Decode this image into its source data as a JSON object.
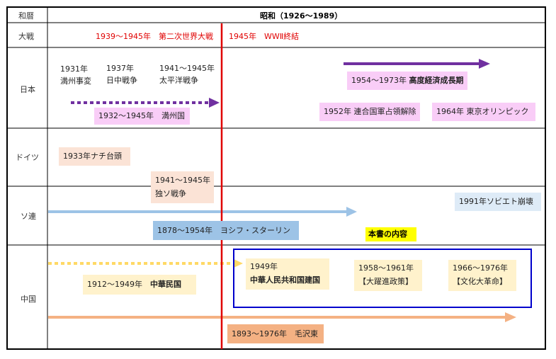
{
  "header": {
    "era_label": "和暦",
    "era_title": "昭和（1926～1989）"
  },
  "rows": {
    "war": "大戦",
    "japan": "日本",
    "germany": "ドイツ",
    "soviet": "ソ連",
    "china": "中国"
  },
  "war_row": {
    "ww2_period": "1939～1945年　第二次世界大戦",
    "ww2_end": "1945年　WWⅡ終結"
  },
  "japan_row": {
    "manchuria_incident": {
      "year": "1931年",
      "name": "満州事変"
    },
    "sino_japanese_war": {
      "year": "1937年",
      "name": "日中戦争"
    },
    "pacific_war": {
      "year": "1941～1945年",
      "name": "太平洋戦争"
    },
    "manchukuo": "1932～1945年　満州国",
    "high_growth": {
      "years": "1954～1973年",
      "name": "高度経済成長期"
    },
    "occupation_end": "1952年 連合国軍占領解除",
    "tokyo_olympics": "1964年 東京オリンピック"
  },
  "germany_row": {
    "nazi_rise": "1933年ナチ台頭",
    "german_soviet_war": {
      "years": "1941～1945年",
      "name": "独ソ戦争"
    }
  },
  "soviet_row": {
    "collapse": "1991年ソビエト崩壊",
    "stalin": "1878～1954年　ヨシフ・スターリン",
    "book_scope": "本書の内容"
  },
  "china_row": {
    "roc": {
      "years": "1912～1949年",
      "name": "中華民国"
    },
    "prc": {
      "year": "1949年",
      "name": "中華人民共和国建国"
    },
    "great_leap": {
      "years": "1958～1961年",
      "name": "【大躍進政策】"
    },
    "cultural_revolution": {
      "years": "1966～1976年",
      "name": "【文化大革命】"
    },
    "mao": "1893～1976年　毛沢東"
  },
  "colors": {
    "border": "#000000",
    "red_line": "#e00000",
    "war_text": "#e00000",
    "purple": "#7030a0",
    "pink_box": "#f9cdf7",
    "peach_box": "#fbe3d6",
    "light_blue_box": "#deebf7",
    "blue_box": "#9dc3e6",
    "blue_arrow": "#9dc3e6",
    "yellow_dots": "#ffd966",
    "cream_box": "#fff2cc",
    "orange_box": "#f4b183",
    "orange_arrow": "#f4b183",
    "highlight": "#ffff00",
    "scope_border": "#0000cc"
  }
}
